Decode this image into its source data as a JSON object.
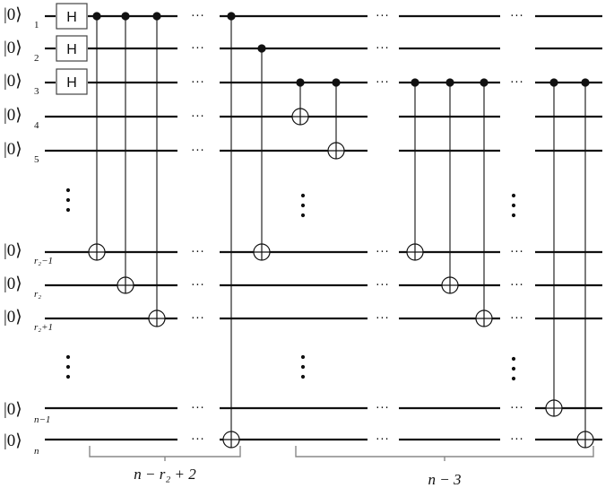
{
  "qubits": [
    {
      "ket": "|0⟩",
      "sub": "1"
    },
    {
      "ket": "|0⟩",
      "sub": "2"
    },
    {
      "ket": "|0⟩",
      "sub": "3"
    },
    {
      "ket": "|0⟩",
      "sub": "4"
    },
    {
      "ket": "|0⟩",
      "sub": "5"
    },
    {
      "ket": "|0⟩",
      "sub": "r₂−1"
    },
    {
      "ket": "|0⟩",
      "sub": "r₂"
    },
    {
      "ket": "|0⟩",
      "sub": "r₂+1"
    },
    {
      "ket": "|0⟩",
      "sub": "n−1"
    },
    {
      "ket": "|0⟩",
      "sub": "n"
    }
  ],
  "gate_label": "H",
  "horizontal_ellipsis": "···",
  "brace_labels": {
    "left": "n − r₂ + 2",
    "right": "n − 3"
  }
}
